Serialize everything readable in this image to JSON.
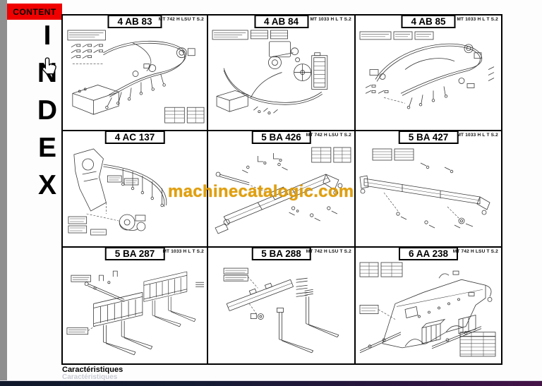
{
  "ui": {
    "content_button": "CONTENT",
    "index_letters": [
      "I",
      "N",
      "D",
      "E",
      "X"
    ],
    "watermark": "machinecatalogic.com",
    "footer_label": "Caractéristiques",
    "footer_ghost": "Caractéristiques"
  },
  "colors": {
    "accent_red": "#f10000",
    "watermark_gold": "#e09a00",
    "scrollbar_grey": "#8f8f8f",
    "bottom_bar_left": "#10182b",
    "bottom_bar_right": "#451348"
  },
  "panels": [
    {
      "code": "4 AB 83",
      "model": "MT 742 H LSU T S.2"
    },
    {
      "code": "4 AB 84",
      "model": "MT 1033 H L T S.2"
    },
    {
      "code": "4 AB 85",
      "model": "MT 1033 H L T S.2"
    },
    {
      "code": "4 AC 137",
      "model": ""
    },
    {
      "code": "5 BA 426",
      "model": "MT 742 H LSU T S.2"
    },
    {
      "code": "5 BA 427",
      "model": "MT 1033 H L T S.2"
    },
    {
      "code": "5 BA 287",
      "model": "MT 1033 H L T S.2"
    },
    {
      "code": "5 BA 288",
      "model": "MT 742 H LSU T S.2"
    },
    {
      "code": "6 AA 238",
      "model": "MT 742 H LSU T S.2"
    }
  ]
}
